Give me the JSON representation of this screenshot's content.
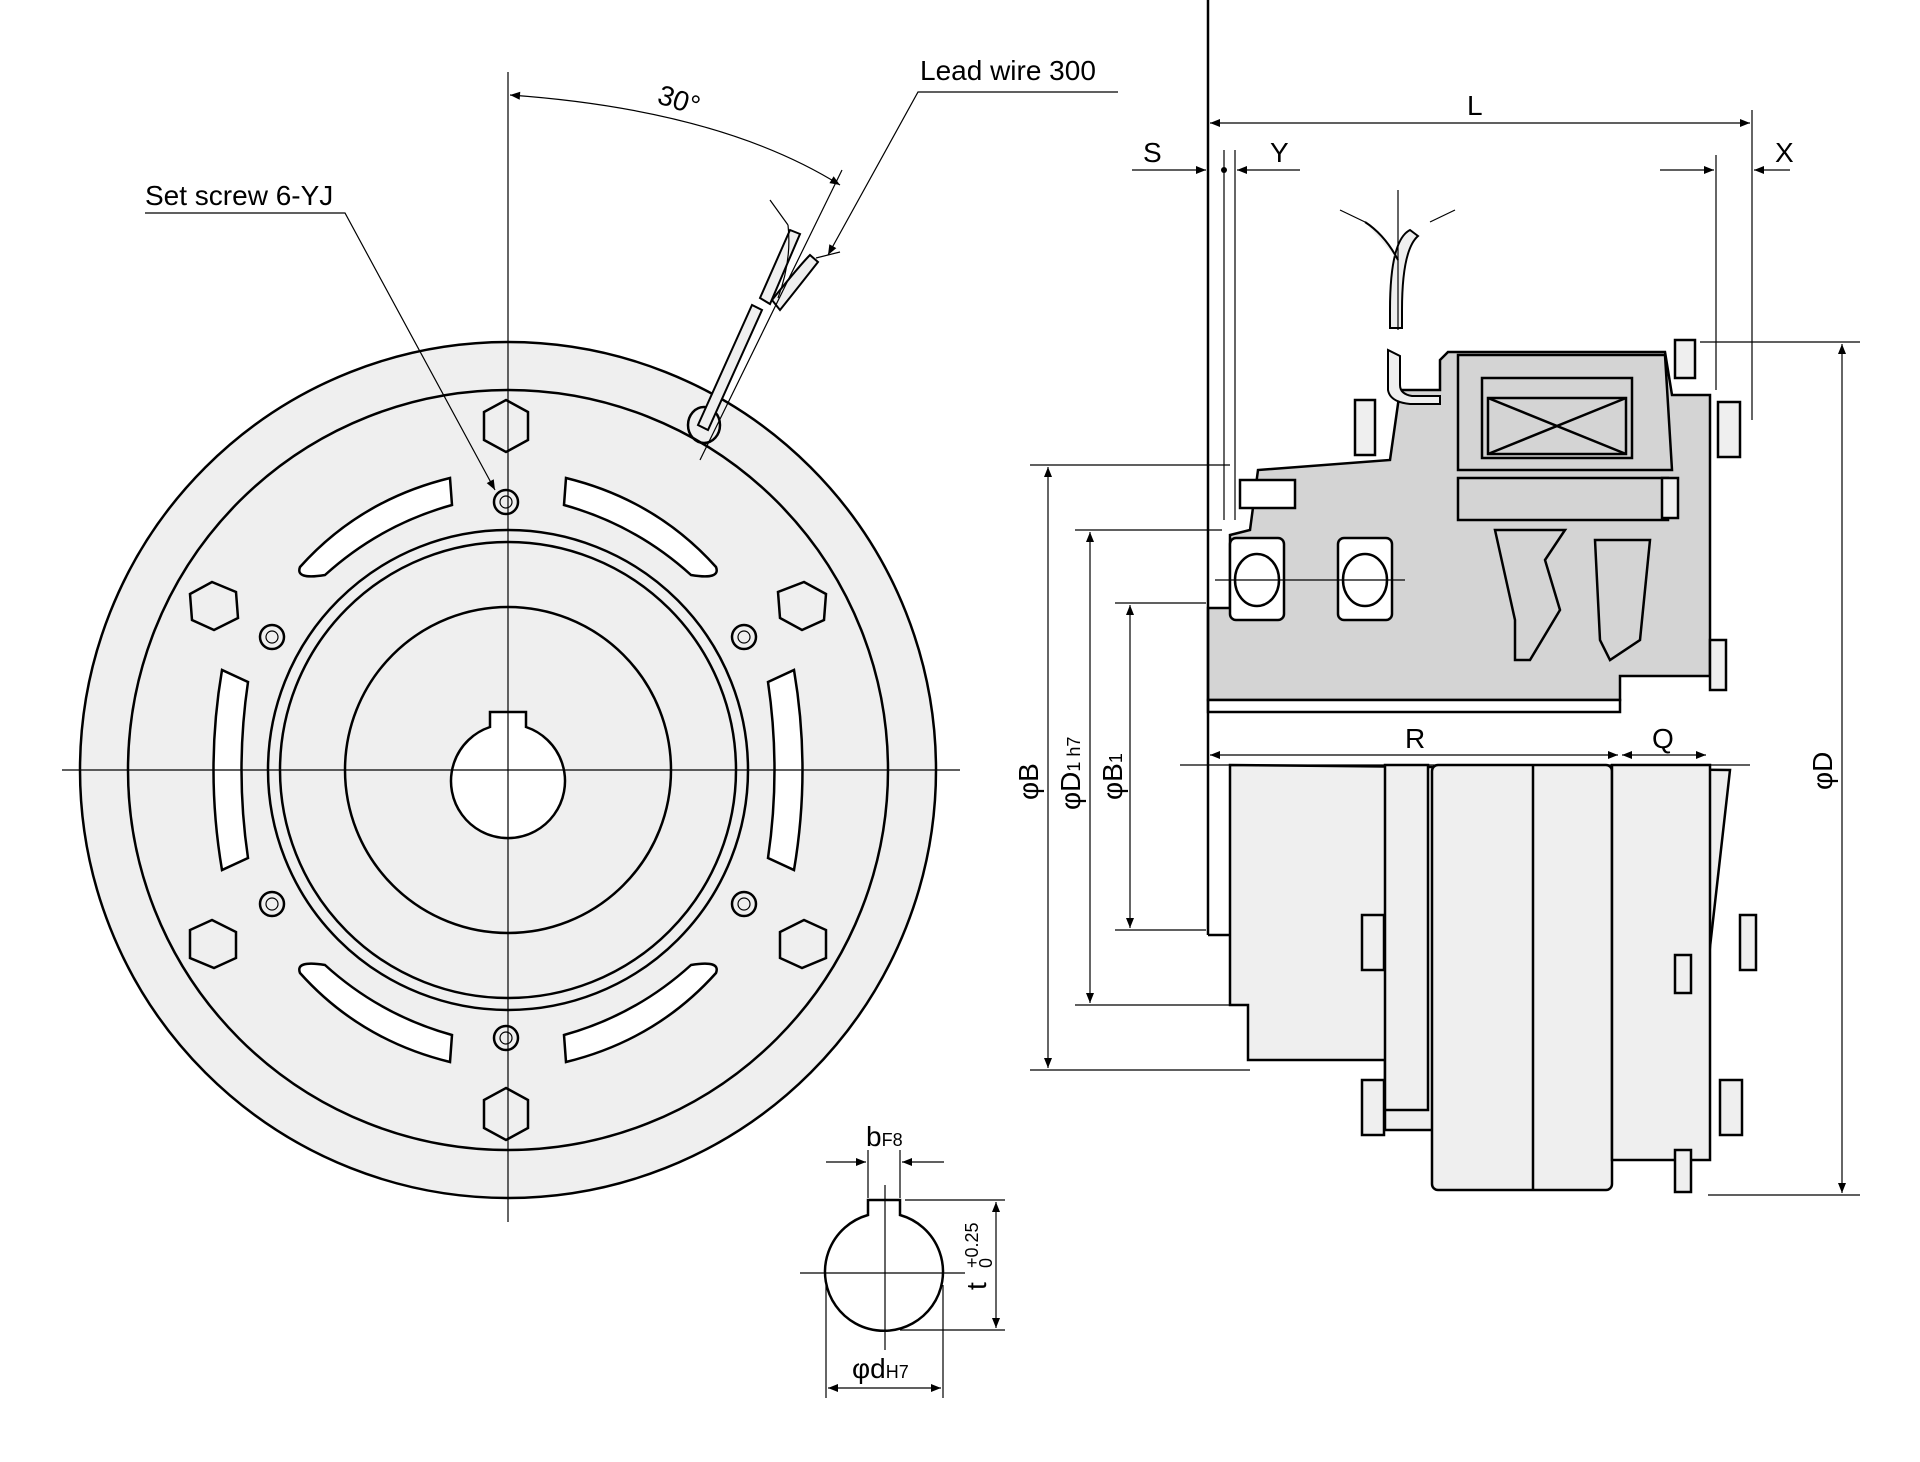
{
  "drawing": {
    "title": "Electromagnetic clutch/brake unit dimension drawing",
    "colors": {
      "body_fill": "#efefef",
      "section_fill": "#d4d4d4",
      "line": "#000000"
    }
  },
  "front_view": {
    "angle_label": "30°",
    "lead_wire_label": "Lead wire 300",
    "set_screw_label": "Set screw 6-YJ"
  },
  "side_view": {
    "dims": {
      "L": "L",
      "S": "S",
      "Y": "Y",
      "X": "X",
      "R": "R",
      "Q": "Q",
      "phiB_sym": "φ",
      "phiB": "B",
      "phiD1_sym": "φ",
      "phiD1": "D",
      "phiD1_sub": "1 h7",
      "phiB1_sym": "φ",
      "phiB1": "B",
      "phiB1_sub": "1",
      "phiD_sym": "φ",
      "phiD": "D"
    }
  },
  "keyway_detail": {
    "b_label": "b",
    "b_tol": "F8",
    "t_label": "t",
    "t_tol_upper": "+0.25",
    "t_tol_lower": "0",
    "d_sym": "φ",
    "d_label": "d",
    "d_tol": "H7"
  }
}
